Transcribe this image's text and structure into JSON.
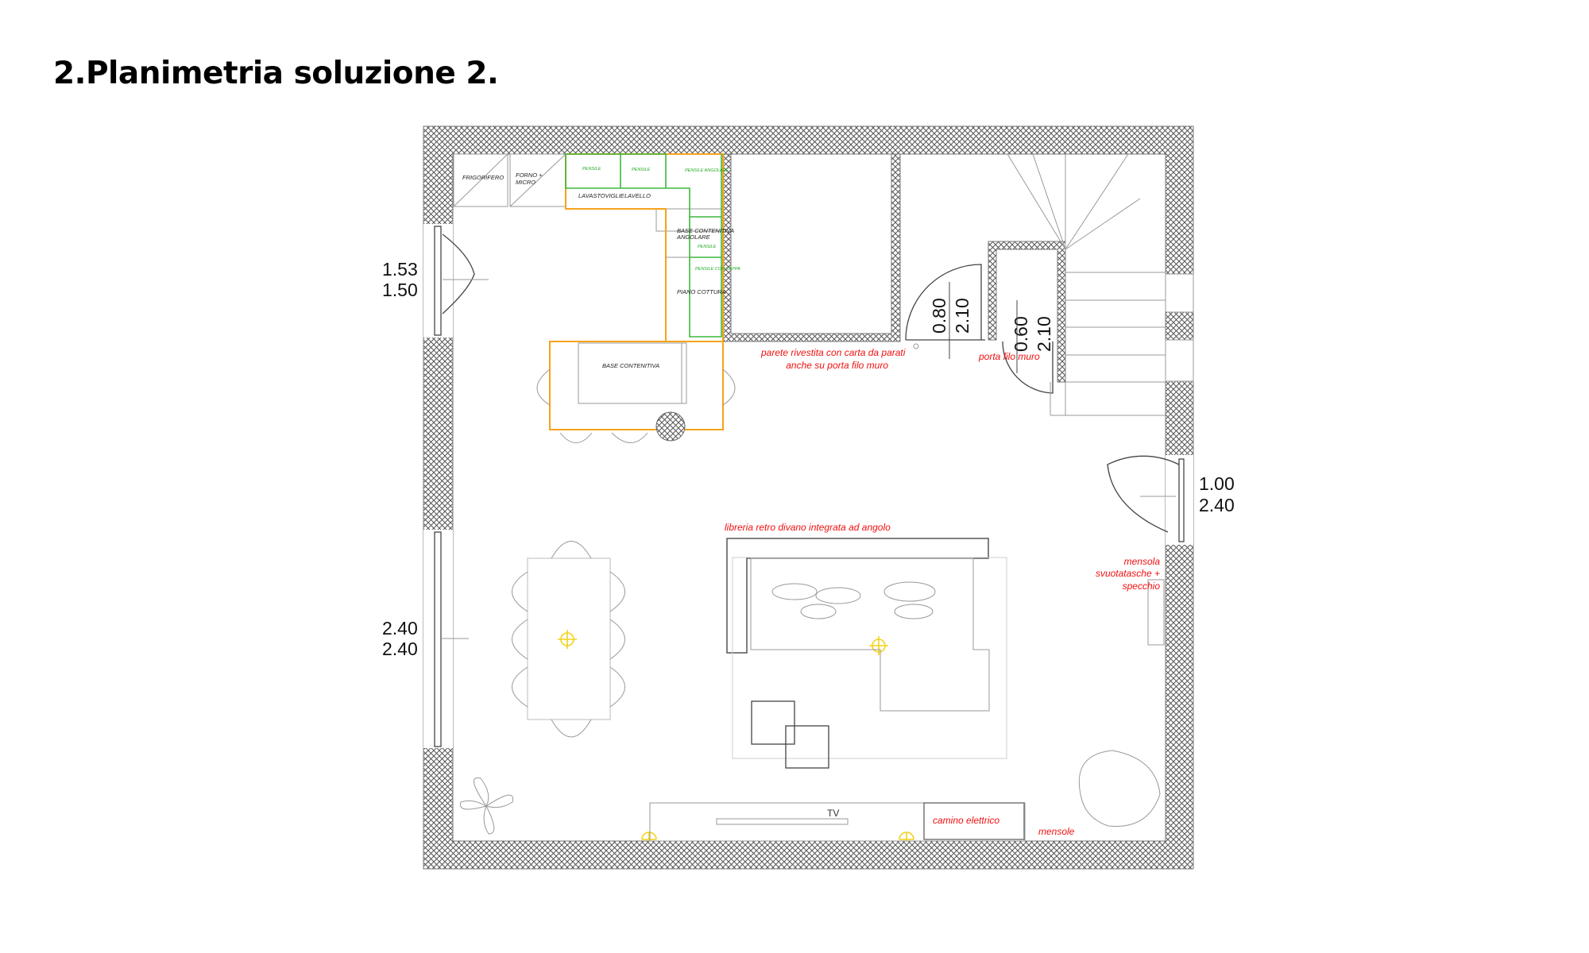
{
  "title": "2.Planimetria soluzione 2.",
  "dimensions": {
    "window_left_top": [
      "1.53",
      "1.50"
    ],
    "window_left_bottom": [
      "2.40",
      "2.40"
    ],
    "door_right": [
      "1.00",
      "2.40"
    ],
    "door_room": [
      "0.80",
      "2.10"
    ],
    "door_closet": [
      "0.60",
      "2.10"
    ]
  },
  "kitchen_labels": {
    "fridge": "FRIGORIFERO",
    "oven": [
      "FORNO +",
      "MICRO"
    ],
    "dishwasher": "LAVASTOVIGLIE",
    "sink": "LAVELLO",
    "corner_base": [
      "BASE CONTENITIVA",
      "ANGOLARE"
    ],
    "hob": "PIANO COTTURA",
    "island": "BASE CONTENITIVA",
    "wall_units": [
      "PENSILE",
      "PENSILE",
      "PENSILE ANGOLARE",
      "PENSILE",
      "PENSILE CON CAPPA"
    ]
  },
  "notes": {
    "wallpaper": [
      "parete rivestita con carta da parati",
      "anche su porta filo muro"
    ],
    "flush_door": "porta filo muro",
    "bookcase": "libreria retro divano integrata ad angolo",
    "shelf_mirror": [
      "mensola",
      "svuotatasche +",
      "specchio"
    ],
    "fireplace": "camino elettrico",
    "shelves": "mensole",
    "tv": "TV"
  },
  "colors": {
    "kitchen_base": "#f7a21b",
    "kitchen_wall": "#3cb83c",
    "notes": "#f01010",
    "light": "#f2d21a"
  }
}
